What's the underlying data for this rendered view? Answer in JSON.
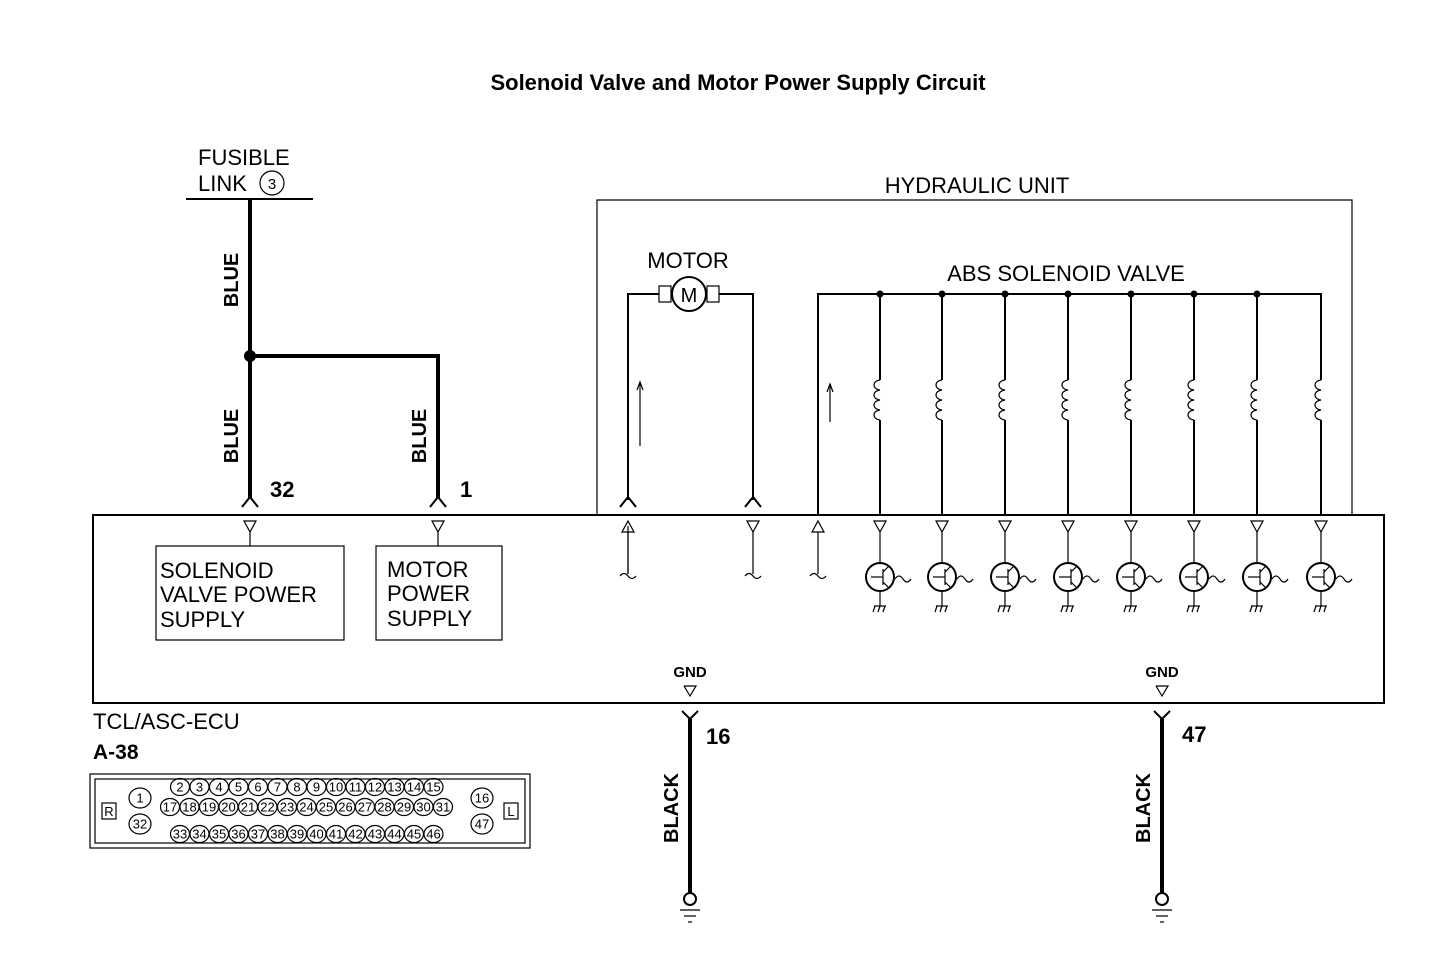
{
  "title": "Solenoid Valve and Motor Power Supply Circuit",
  "fusible_link": {
    "line1": "FUSIBLE",
    "line2": "LINK",
    "number": "3"
  },
  "wires": {
    "blue": "BLUE",
    "black": "BLACK"
  },
  "pins": {
    "solenoid_supply": "32",
    "motor_supply": "1",
    "gnd1": "16",
    "gnd2": "47"
  },
  "hydraulic_unit": {
    "label": "HYDRAULIC UNIT",
    "motor_label": "MOTOR",
    "motor_symbol": "M",
    "solenoid_label": "ABS SOLENOID VALVE"
  },
  "ecu": {
    "name": "TCL/ASC-ECU",
    "connector_id": "A-38",
    "solenoid_box": [
      "SOLENOID",
      "VALVE POWER",
      "SUPPLY"
    ],
    "motor_box": [
      "MOTOR",
      "POWER",
      "SUPPLY"
    ],
    "gnd_label": "GND"
  },
  "connector": {
    "left_tag": "R",
    "right_tag": "L",
    "left_col": [
      "1",
      "32"
    ],
    "row1": [
      "2",
      "3",
      "4",
      "5",
      "6",
      "7",
      "8",
      "9",
      "10",
      "11",
      "12",
      "13",
      "14",
      "15"
    ],
    "row2": [
      "17",
      "18",
      "19",
      "20",
      "21",
      "22",
      "23",
      "24",
      "25",
      "26",
      "27",
      "28",
      "29",
      "30",
      "31"
    ],
    "row3": [
      "33",
      "34",
      "35",
      "36",
      "37",
      "38",
      "39",
      "40",
      "41",
      "42",
      "43",
      "44",
      "45",
      "46"
    ],
    "right_col": [
      "16",
      "47"
    ]
  }
}
